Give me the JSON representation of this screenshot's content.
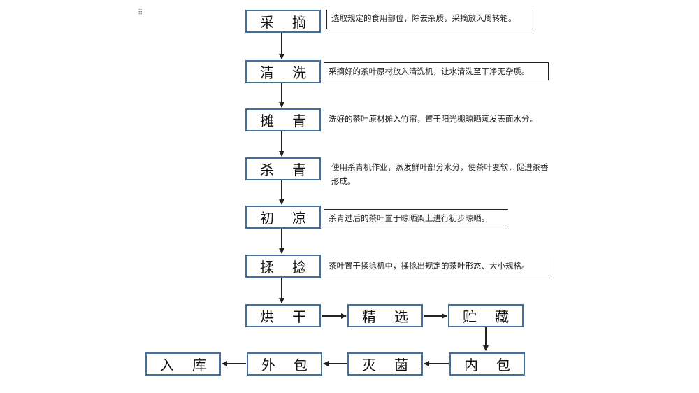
{
  "steps": [
    {
      "a": "采",
      "b": "摘",
      "note": "选取规定的食用部位，除去杂质，采摘放入周转箱。"
    },
    {
      "a": "清",
      "b": "洗",
      "note": "采摘好的茶叶原材放入清洗机，让水清洗至干净无杂质。"
    },
    {
      "a": "摊",
      "b": "青",
      "note": "洗好的茶叶原材摊入竹帘，置于阳光棚晾晒蒸发表面水分。"
    },
    {
      "a": "杀",
      "b": "青",
      "note": "使用杀青机作业，蒸发鲜叶部分水分，使茶叶变软，促进茶香形成。"
    },
    {
      "a": "初",
      "b": "凉",
      "note": "杀青过后的茶叶置于晾晒架上进行初步晾晒。"
    },
    {
      "a": "揉",
      "b": "捻",
      "note": "茶叶置于揉捻机中，揉捻出规定的茶叶形态、大小规格。"
    },
    {
      "a": "烘",
      "b": "干"
    },
    {
      "a": "精",
      "b": "选"
    },
    {
      "a": "贮",
      "b": "藏"
    },
    {
      "a": "内",
      "b": "包"
    },
    {
      "a": "灭",
      "b": "菌"
    },
    {
      "a": "外",
      "b": "包"
    },
    {
      "a": "入",
      "b": "库"
    }
  ],
  "colors": {
    "box_border": "#41719c",
    "arrow": "#222222"
  },
  "handle_icon": "drag-handle-icon"
}
